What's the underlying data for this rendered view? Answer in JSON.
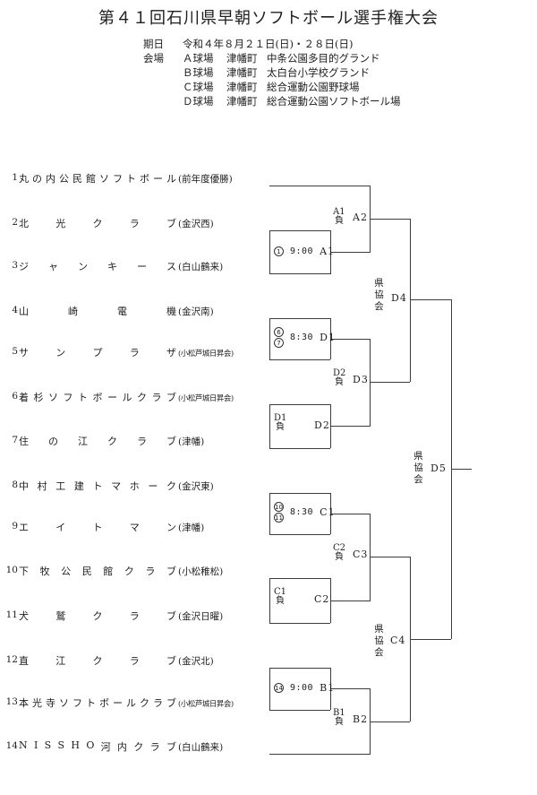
{
  "title": "第４１回石川県早朝ソフトボール選手権大会",
  "info": {
    "date_label": "期日",
    "date_value": "令和４年８月２１日(日)・２８日(日)",
    "venue_label": "会場",
    "venues": [
      {
        "field": "Ａ球場",
        "town": "津幡町",
        "ground": "中条公園多目的グランド"
      },
      {
        "field": "Ｂ球場",
        "town": "津幡町",
        "ground": "太白台小学校グランド"
      },
      {
        "field": "Ｃ球場",
        "town": "津幡町",
        "ground": "総合運動公園野球場"
      },
      {
        "field": "Ｄ球場",
        "town": "津幡町",
        "ground": "総合運動公園ソフトボール場"
      }
    ]
  },
  "teams": [
    {
      "no": "1",
      "name": "丸の内公民館ソフトボール",
      "affiliation": "(前年度優勝)"
    },
    {
      "no": "2",
      "name": "北光クラブ",
      "affiliation": "(金沢西)"
    },
    {
      "no": "3",
      "name": "ジャンキース",
      "affiliation": "(白山鶴来)"
    },
    {
      "no": "4",
      "name": "山崎電機",
      "affiliation": "(金沢南)"
    },
    {
      "no": "5",
      "name": "サンプラザ",
      "affiliation": "(小松芦城日昇会)"
    },
    {
      "no": "6",
      "name": "着杉ソフトボールクラブ",
      "affiliation": "(小松芦城日昇会)"
    },
    {
      "no": "7",
      "name": "住の江クラブ",
      "affiliation": "(津幡)"
    },
    {
      "no": "8",
      "name": "中村工建トマホーク",
      "affiliation": "(金沢東)"
    },
    {
      "no": "9",
      "name": "エイトマン",
      "affiliation": "(津幡)"
    },
    {
      "no": "10",
      "name": "下牧公民館クラブ",
      "affiliation": "(小松稚松)"
    },
    {
      "no": "11",
      "name": "犬鷲クラブ",
      "affiliation": "(金沢日曜)"
    },
    {
      "no": "12",
      "name": "直江クラブ",
      "affiliation": "(金沢北)"
    },
    {
      "no": "13",
      "name": "本光寺ソフトボールクラブ",
      "affiliation": "(小松芦城日昇会)"
    },
    {
      "no": "14",
      "name": "NISSHO河内クラブ",
      "affiliation": "(白山鶴来)"
    }
  ],
  "bracket": {
    "loser_suffix": "負",
    "boxes": {
      "a1": {
        "nums": [
          "1"
        ],
        "time": "9:00",
        "game": "A1"
      },
      "d1": {
        "nums": [
          "6",
          "7"
        ],
        "time": "8:30",
        "game": "D1"
      },
      "c1": {
        "nums": [
          "10",
          "11"
        ],
        "time": "8:30",
        "game": "C1"
      },
      "b1": {
        "nums": [
          "14"
        ],
        "time": "9:00",
        "game": "B1"
      },
      "d2": {
        "umpire": "D1",
        "game": "D2"
      },
      "c2": {
        "umpire": "C1",
        "game": "C2"
      }
    },
    "junctions": {
      "a2": {
        "umpire": "A1",
        "game": "A2"
      },
      "d3": {
        "umpire": "D2",
        "game": "D3"
      },
      "c3": {
        "umpire": "C2",
        "game": "C3"
      },
      "b2": {
        "umpire": "B1",
        "game": "B2"
      },
      "d4": {
        "umpire": "県協会",
        "game": "D4"
      },
      "c4": {
        "umpire": "県協会",
        "game": "C4"
      },
      "d5": {
        "umpire": "県協会",
        "game": "D5"
      }
    }
  }
}
